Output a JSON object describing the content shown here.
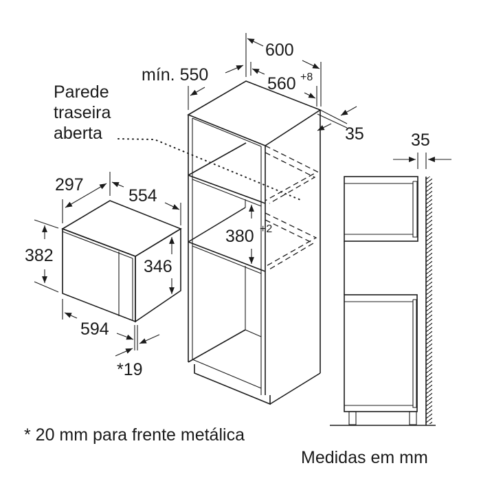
{
  "labels": {
    "wall_note": [
      "Parede",
      "traseira",
      "aberta"
    ],
    "footnote": "* 20 mm para frente metálica",
    "units": "Medidas em mm"
  },
  "dimensions": {
    "cabinet_width": "600",
    "cabinet_depth_min": "mín. 550",
    "niche_width": "560",
    "niche_width_tol": "+8",
    "back_gap": "35",
    "niche_height": "380",
    "niche_height_tol": "+2",
    "side_gap": "35",
    "appliance_depth": "297",
    "appliance_width": "554",
    "appliance_height": "382",
    "appliance_body_height": "346",
    "appliance_front_width": "594",
    "front_thickness": "*19"
  }
}
